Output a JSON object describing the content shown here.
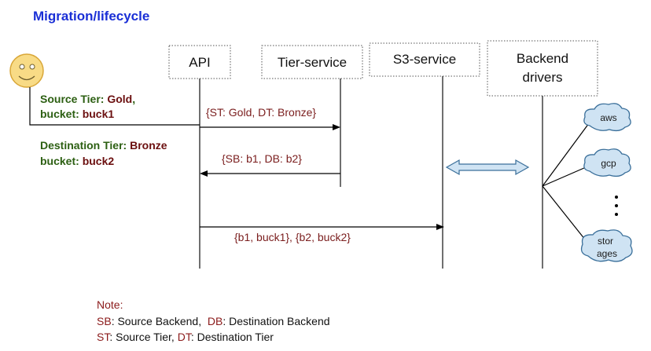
{
  "title": "Migration/lifecycle",
  "participants": [
    {
      "id": "api",
      "label": "API"
    },
    {
      "id": "tier",
      "label": "Tier-service"
    },
    {
      "id": "s3",
      "label": "S3-service"
    },
    {
      "id": "backend",
      "label_line1": "Backend",
      "label_line2": "drivers"
    }
  ],
  "source": {
    "line1_label": "Source Tier: ",
    "line1_value": "Gold",
    "line1_suffix": ",",
    "line2_label": "bucket: ",
    "line2_value": "buck1"
  },
  "destination": {
    "line1_label": "Destination Tier: ",
    "line1_value": "Bronze",
    "line2_label": "bucket: ",
    "line2_value": "buck2"
  },
  "messages": {
    "m1": "{ST: Gold, DT: Bronze}",
    "m2": "{SB: b1, DB: b2}",
    "m3": "{b1, buck1},     {b2, buck2}"
  },
  "clouds": [
    "aws",
    "gcp",
    "stor",
    "ages"
  ],
  "note": {
    "heading": "Note:",
    "line1": [
      {
        "text": "SB",
        "tone": "red"
      },
      {
        "text": ": Source Backend,  ",
        "tone": "black"
      },
      {
        "text": "DB",
        "tone": "red"
      },
      {
        "text": ": Destination Backend",
        "tone": "black"
      }
    ],
    "line2": [
      {
        "text": "ST",
        "tone": "red"
      },
      {
        "text": ": Source Tier, ",
        "tone": "black"
      },
      {
        "text": "DT",
        "tone": "red"
      },
      {
        "text": ": Destination Tier",
        "tone": "black"
      }
    ]
  },
  "colors": {
    "title": "#1a2fd6",
    "green": "#2c5f12",
    "maroon": "#6b0f0f",
    "cloud_fill": "#cfe3f3",
    "cloud_stroke": "#3a6f9a",
    "arrow_fill": "#cfe3f3"
  }
}
